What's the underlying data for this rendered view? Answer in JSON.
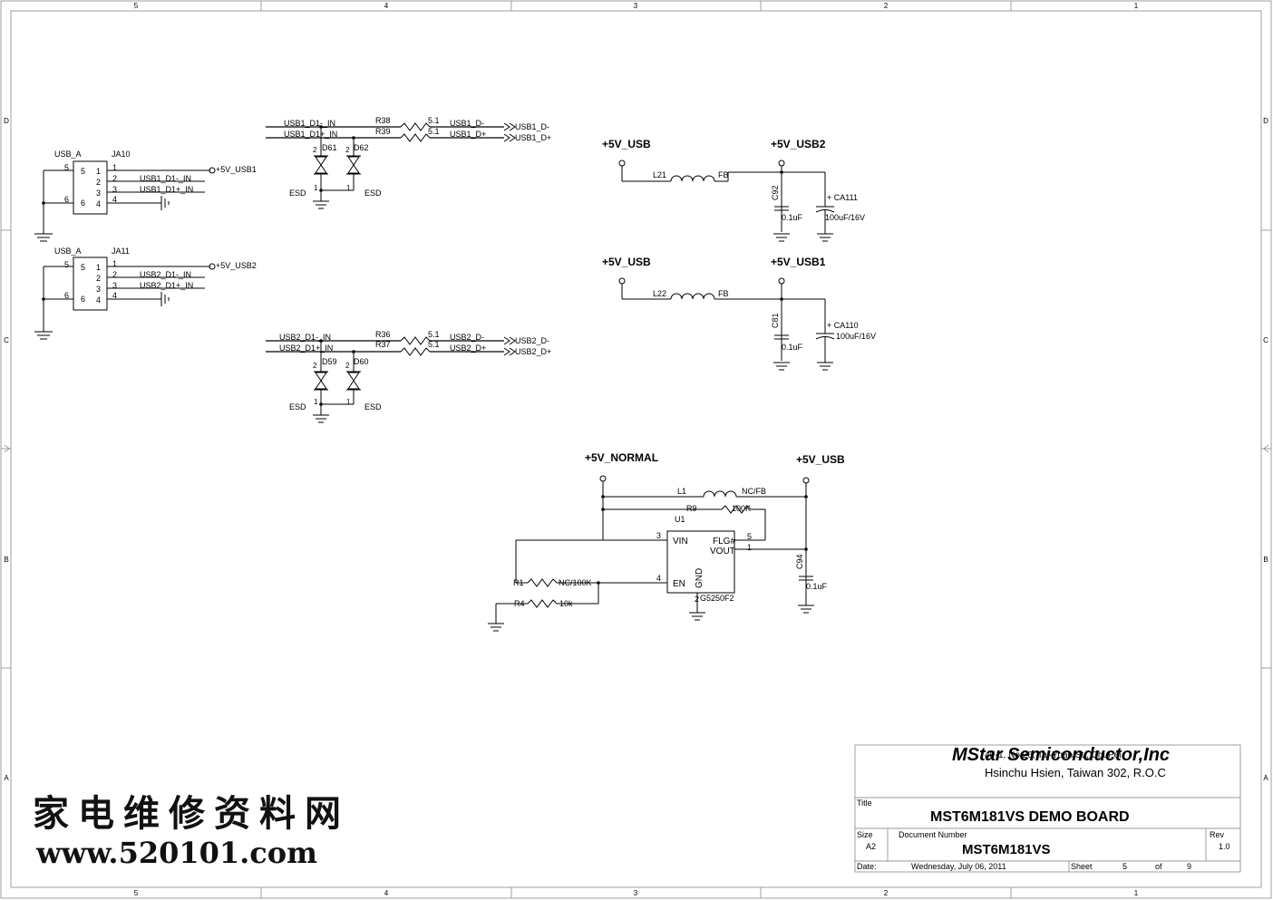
{
  "frame": {
    "columns": [
      "5",
      "4",
      "3",
      "2",
      "1"
    ],
    "rows": [
      "D",
      "C",
      "B",
      "A"
    ]
  },
  "rails": {
    "usb1": "+5V_USB1",
    "usb2": "+5V_USB2",
    "usb": "+5V_USB",
    "normal": "+5V_NORMAL"
  },
  "connectors": [
    {
      "type": "USB_A",
      "ref": "JA10",
      "pins_left": [
        "5",
        "6"
      ],
      "pins_inner_left": [
        "5",
        "6"
      ],
      "pins_inner_right": [
        "1",
        "2",
        "3",
        "4"
      ],
      "pins_right": [
        "1",
        "2",
        "3",
        "4"
      ],
      "net_dm": "USB1_D1-_IN",
      "net_dp": "USB1_D1+_IN"
    },
    {
      "type": "USB_A",
      "ref": "JA11",
      "pins_left": [
        "5",
        "6"
      ],
      "pins_inner_left": [
        "5",
        "6"
      ],
      "pins_inner_right": [
        "1",
        "2",
        "3",
        "4"
      ],
      "pins_right": [
        "1",
        "2",
        "3",
        "4"
      ],
      "net_dm": "USB2_D1-_IN",
      "net_dp": "USB2_D1+_IN"
    }
  ],
  "esd_groups": [
    {
      "in_dm": "USB1_D1-_IN",
      "in_dp": "USB1_D1+_IN",
      "r_a": "R38",
      "r_b": "R39",
      "val_a": "5.1",
      "val_b": "5.1",
      "out_dm": "USB1_D-",
      "out_dp": "USB1_D+",
      "port_dm": "USB1_D-",
      "port_dp": "USB1_D+",
      "d_a": "D61",
      "d_b": "D62",
      "esd_label": "ESD",
      "pin1": "1",
      "pin2": "2"
    },
    {
      "in_dm": "USB2_D1-_IN",
      "in_dp": "USB2_D1+_IN",
      "r_a": "R36",
      "r_b": "R37",
      "val_a": "5.1",
      "val_b": "5.1",
      "out_dm": "USB2_D-",
      "out_dp": "USB2_D+",
      "port_dm": "USB2_D-",
      "port_dp": "USB2_D+",
      "d_a": "D59",
      "d_b": "D60",
      "esd_label": "ESD",
      "pin1": "1",
      "pin2": "2"
    }
  ],
  "filters": [
    {
      "in_rail": "+5V_USB",
      "out_rail": "+5V_USB2",
      "ind": "L21",
      "ind_type": "FB",
      "cap": "C92",
      "cap_val": "0.1uF",
      "ecap": "CA111",
      "ecap_val": "100uF/16V"
    },
    {
      "in_rail": "+5V_USB",
      "out_rail": "+5V_USB1",
      "ind": "L22",
      "ind_type": "FB",
      "cap": "C81",
      "cap_val": "0.1uF",
      "ecap": "CA110",
      "ecap_val": "100uF/16V"
    }
  ],
  "switch": {
    "in_rail": "+5V_NORMAL",
    "out_rail": "+5V_USB",
    "ind": "L1",
    "ind_val": "NC/FB",
    "r9": "R9",
    "r9_val": "100K",
    "u": "U1",
    "part": "G5250F2",
    "pin_vin": "VIN",
    "pin_en": "EN",
    "pin_gnd": "GND",
    "pin_flg": "FLG#",
    "pin_vout": "VOUT",
    "pn3": "3",
    "pn4": "4",
    "pn5": "5",
    "pn1": "1",
    "pn2": "2",
    "r1": "R1",
    "r1_val": "NC/100K",
    "r4": "R4",
    "r4_val": "10k",
    "cap": "C94",
    "cap_val": "0.1uF"
  },
  "title_block": {
    "company": "MStar Semiconductor,Inc",
    "address_overlap": "4F-1, No.26, Tai-Yuan St., ChuPei",
    "address": "Hsinchu Hsien, Taiwan 302, R.O.C",
    "title_label": "Title",
    "title": "MST6M181VS DEMO BOARD",
    "size_label": "Size",
    "size": "A2",
    "docnum_label": "Document Number",
    "docnum": "MST6M181VS",
    "rev_label": "Rev",
    "rev": "1.0",
    "date_label": "Date:",
    "date": "Wednesday, July 06, 2011",
    "sheet_label": "Sheet",
    "sheet": "5",
    "of_label": "of",
    "of": "9"
  },
  "watermark": {
    "cn": "家电维修资料网",
    "url": "www.520101.com"
  }
}
